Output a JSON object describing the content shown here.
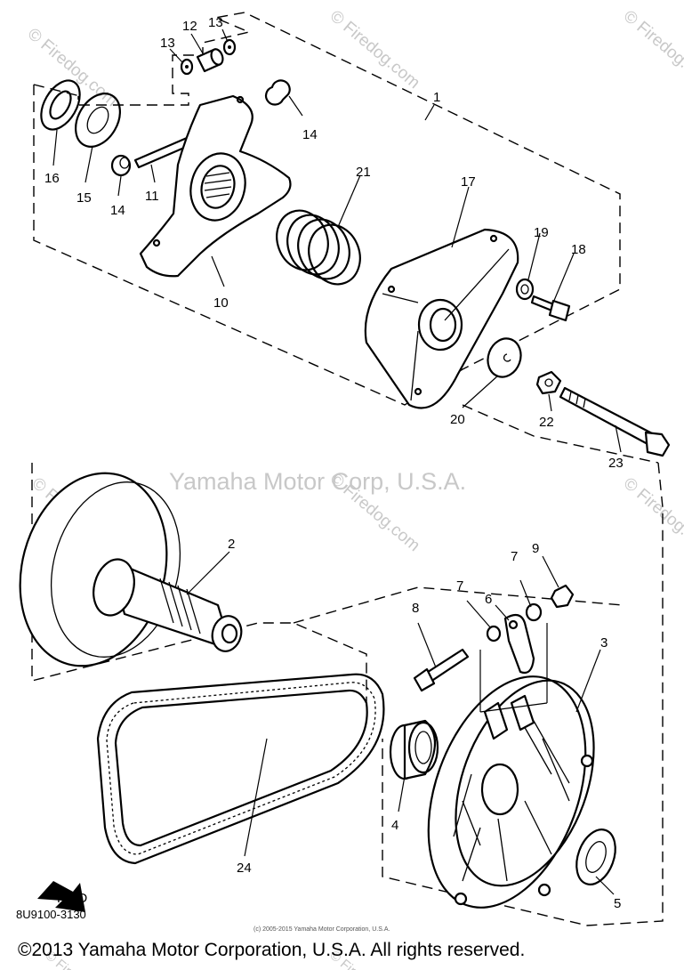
{
  "diagram": {
    "code": "8U9100-3130",
    "fwd_label": "FWD",
    "center_watermark": "Yamaha Motor Corp, U.S.A.",
    "tiny_copyright": "(c) 2005-2015 Yamaha Motor Corporation, U.S.A.",
    "footer": "©2013 Yamaha Motor Corporation, U.S.A. All rights reserved.",
    "watermarks": [
      "© Firedog.com",
      "© Firedog.com",
      "© Firedog.com",
      "© Firedog.com",
      "© Firedog.com",
      "© Firedog.com",
      "© Firedog.com",
      "© Firedog.com"
    ],
    "callouts": [
      {
        "id": "c1",
        "label": "1"
      },
      {
        "id": "c2",
        "label": "2"
      },
      {
        "id": "c3",
        "label": "3"
      },
      {
        "id": "c4",
        "label": "4"
      },
      {
        "id": "c5",
        "label": "5"
      },
      {
        "id": "c6",
        "label": "6"
      },
      {
        "id": "c7a",
        "label": "7"
      },
      {
        "id": "c7b",
        "label": "7"
      },
      {
        "id": "c8",
        "label": "8"
      },
      {
        "id": "c9",
        "label": "9"
      },
      {
        "id": "c10",
        "label": "10"
      },
      {
        "id": "c11",
        "label": "11"
      },
      {
        "id": "c12",
        "label": "12"
      },
      {
        "id": "c13a",
        "label": "13"
      },
      {
        "id": "c13b",
        "label": "13"
      },
      {
        "id": "c14a",
        "label": "14"
      },
      {
        "id": "c14b",
        "label": "14"
      },
      {
        "id": "c15",
        "label": "15"
      },
      {
        "id": "c16",
        "label": "16"
      },
      {
        "id": "c17",
        "label": "17"
      },
      {
        "id": "c18",
        "label": "18"
      },
      {
        "id": "c19",
        "label": "19"
      },
      {
        "id": "c20",
        "label": "20"
      },
      {
        "id": "c21",
        "label": "21"
      },
      {
        "id": "c22",
        "label": "22"
      },
      {
        "id": "c23",
        "label": "23"
      },
      {
        "id": "c24",
        "label": "24"
      }
    ]
  }
}
